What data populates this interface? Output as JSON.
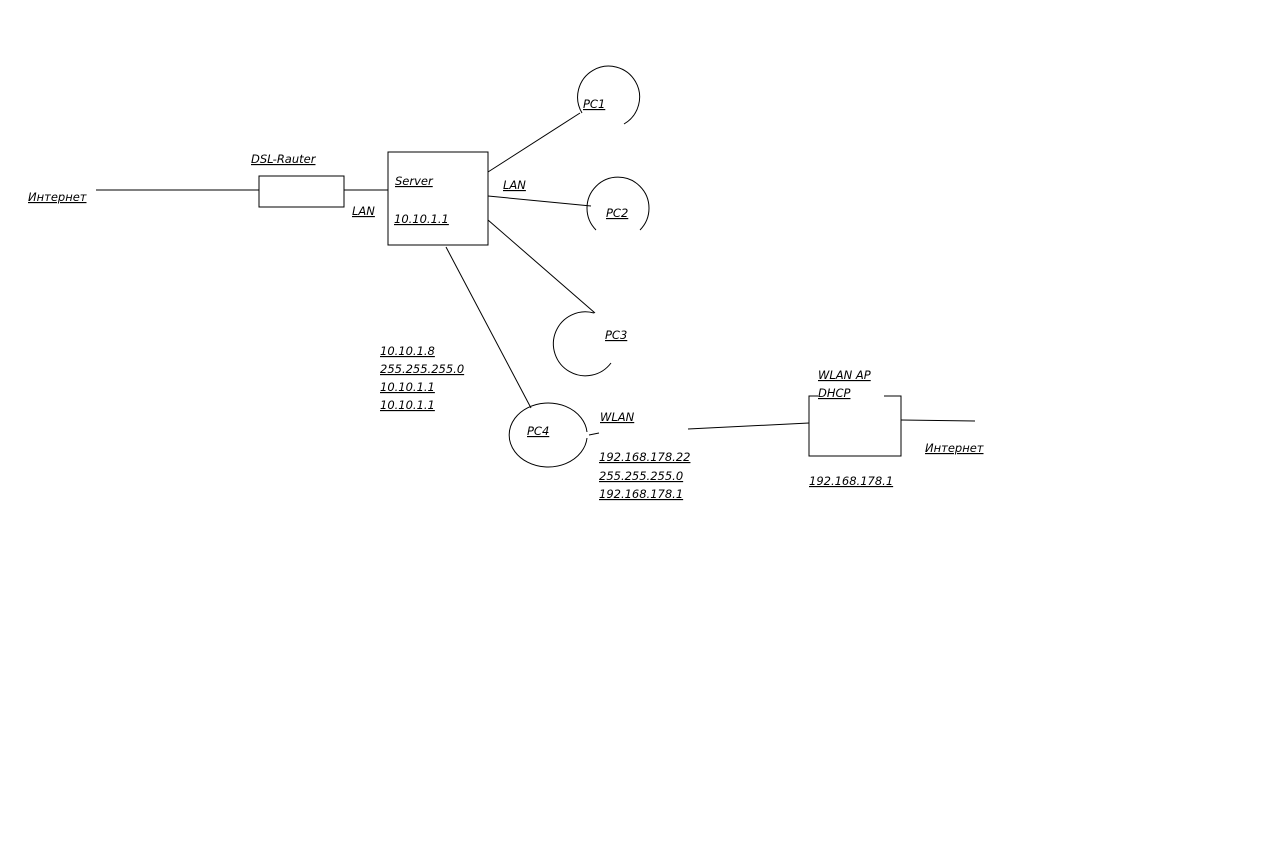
{
  "labels": {
    "internet_left": "Интернет",
    "dsl_router": "DSL-Rauter",
    "lan_router_server": "LAN",
    "server_name": "Server",
    "server_ip": "10.10.1.1",
    "lan_server_pcs": "LAN",
    "pc1": "PC1",
    "pc2": "PC2",
    "pc3": "PC3",
    "pc4": "PC4",
    "pc4_ip": "10.10.1.8",
    "pc4_mask": "255.255.255.0",
    "pc4_gateway": "10.10.1.1",
    "pc4_dns": "10.10.1.1",
    "wlan": "WLAN",
    "wlan_ip": "192.168.178.22",
    "wlan_mask": "255.255.255.0",
    "wlan_gateway": "192.168.178.1",
    "wlan_ap": "WLAN AP",
    "dhcp": "DHCP",
    "ap_ip": "192.168.178.1",
    "internet_right": "Интернет"
  },
  "colors": {
    "line": "#000000",
    "background": "#ffffff"
  }
}
